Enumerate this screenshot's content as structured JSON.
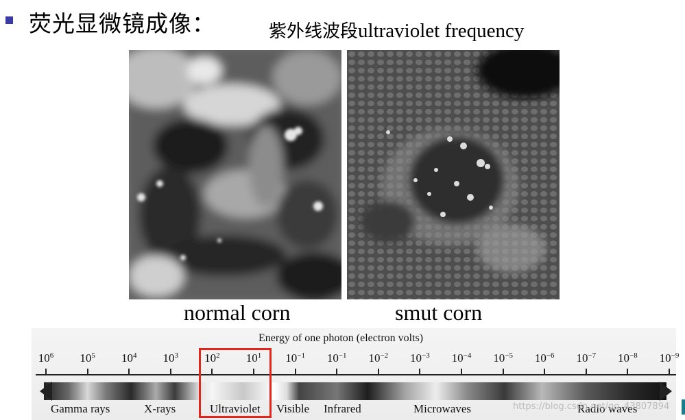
{
  "header": {
    "title": "荧光显微镜成像：",
    "subtitle_cn": "紫外线波段",
    "subtitle_en": "ultraviolet frequency"
  },
  "images": {
    "left_caption": "normal corn",
    "right_caption": "smut corn"
  },
  "spectrum": {
    "energy_title": "Energy of one photon (electron volts)",
    "ticks": [
      {
        "base": "10",
        "exp": "6"
      },
      {
        "base": "10",
        "exp": "5"
      },
      {
        "base": "10",
        "exp": "4"
      },
      {
        "base": "10",
        "exp": "3"
      },
      {
        "base": "10",
        "exp": "2"
      },
      {
        "base": "10",
        "exp": "1"
      },
      {
        "base": "10",
        "exp": "−1"
      },
      {
        "base": "10",
        "exp": "−1"
      },
      {
        "base": "10",
        "exp": "−2"
      },
      {
        "base": "10",
        "exp": "−3"
      },
      {
        "base": "10",
        "exp": "−4"
      },
      {
        "base": "10",
        "exp": "−5"
      },
      {
        "base": "10",
        "exp": "−6"
      },
      {
        "base": "10",
        "exp": "−7"
      },
      {
        "base": "10",
        "exp": "−8"
      },
      {
        "base": "10",
        "exp": "−9"
      }
    ],
    "regions": [
      "Gamma rays",
      "X-rays",
      "Ultraviolet",
      "Visible",
      "Infrared",
      "Microwaves",
      "Radio waves"
    ],
    "highlighted_region": "Ultraviolet",
    "highlight_color": "#e3261b"
  },
  "watermark": "https://blog.csdn.net/qq_43807894"
}
